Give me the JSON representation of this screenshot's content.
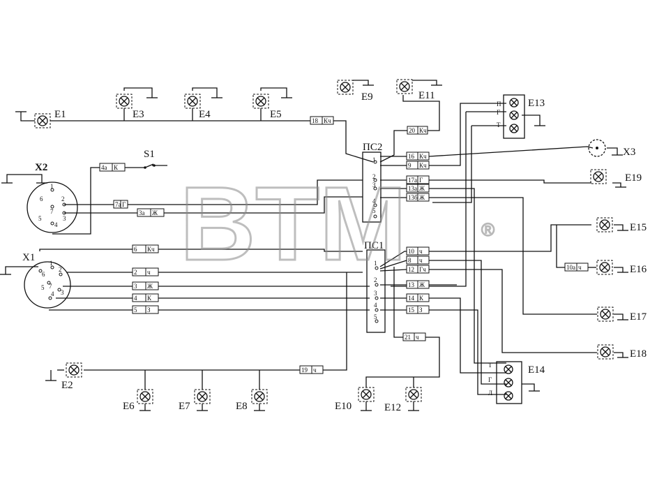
{
  "diagram": {
    "watermark": "BTM",
    "watermark_mark": "®",
    "components": {
      "E1": "E1",
      "E2": "E2",
      "E3": "E3",
      "E4": "E4",
      "E5": "E5",
      "E6": "E6",
      "E7": "E7",
      "E8": "E8",
      "E9": "E9",
      "E10": "E10",
      "E11": "E11",
      "E12": "E12",
      "E13": "E13",
      "E14": "E14",
      "E15": "E15",
      "E16": "E16",
      "E17": "E17",
      "E18": "E18",
      "E19": "E19",
      "S1": "S1",
      "X1": "X1",
      "X2": "X2",
      "X3": "X3",
      "PS1": "ПС1",
      "PS2": "ПС2"
    },
    "wire_tags": {
      "w18": [
        "18",
        "Кч"
      ],
      "w20": [
        "20",
        "Кч"
      ],
      "w16": [
        "16",
        "Кч"
      ],
      "w9": [
        "9",
        "Кч"
      ],
      "w17a": [
        "17а",
        "Г"
      ],
      "w13a": [
        "13а",
        "Ж"
      ],
      "w13b": [
        "13б",
        "Ж"
      ],
      "w4a": [
        "4а",
        "К"
      ],
      "w7a": [
        "7а",
        "Г"
      ],
      "w3a": [
        "3а",
        "Ж"
      ],
      "w6": [
        "6",
        "Кч"
      ],
      "w2": [
        "2",
        "ч"
      ],
      "w3": [
        "3",
        "Ж"
      ],
      "w4": [
        "4",
        "К"
      ],
      "w5": [
        "5",
        "З"
      ],
      "w10": [
        "10",
        "ч"
      ],
      "w8": [
        "8",
        "ч"
      ],
      "w12": [
        "12",
        "Гч"
      ],
      "w13": [
        "13",
        "Ж"
      ],
      "w14": [
        "14",
        "К"
      ],
      "w15": [
        "15",
        "З"
      ],
      "w21": [
        "21",
        "ч"
      ],
      "w10a": [
        "10а",
        "ч"
      ],
      "w19": [
        "19",
        "ч"
      ]
    },
    "terminal_letters": {
      "e13_p": "П",
      "e13_g": "Г",
      "e13_t": "Т",
      "e14_t": "Т",
      "e14_g": "Г",
      "e14_l": "Л"
    },
    "x1_pins": [
      "6",
      "1",
      "2",
      "5",
      "7",
      "3",
      "4"
    ],
    "x2_pins": [
      "1",
      "6",
      "2",
      "5",
      "7",
      "3",
      "4"
    ],
    "ps_pins": [
      "1",
      "2",
      "3",
      "4",
      "5"
    ]
  }
}
